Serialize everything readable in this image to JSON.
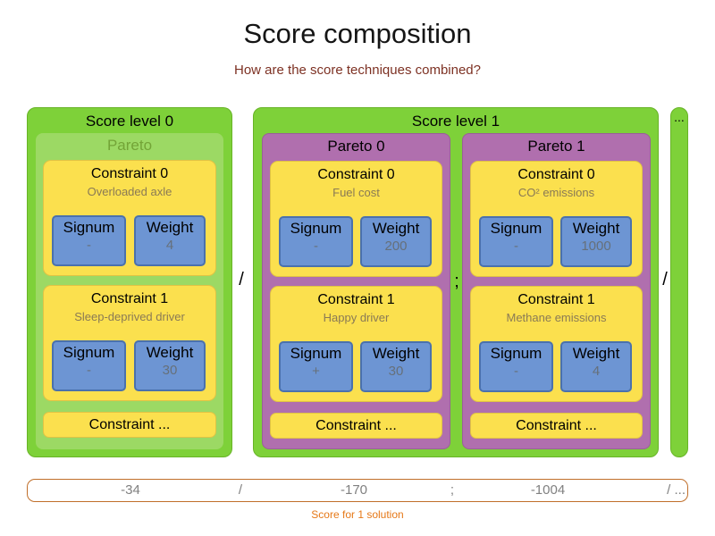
{
  "title": "Score composition",
  "subtitle": "How are the score techniques combined?",
  "levels": {
    "level0": {
      "label": "Score level 0",
      "pareto": {
        "label": "Pareto",
        "constraints": [
          {
            "title": "Constraint 0",
            "name": "Overloaded axle",
            "signum_label": "Signum",
            "signum_value": "-",
            "weight_label": "Weight",
            "weight_value": "4"
          },
          {
            "title": "Constraint 1",
            "name": "Sleep-deprived driver",
            "signum_label": "Signum",
            "signum_value": "-",
            "weight_label": "Weight",
            "weight_value": "30"
          }
        ],
        "more": "Constraint ..."
      }
    },
    "level1": {
      "label": "Score level 1",
      "inner_separator": ";",
      "paretos": [
        {
          "label": "Pareto 0",
          "constraints": [
            {
              "title": "Constraint 0",
              "name": "Fuel cost",
              "signum_label": "Signum",
              "signum_value": "-",
              "weight_label": "Weight",
              "weight_value": "200"
            },
            {
              "title": "Constraint 1",
              "name": "Happy driver",
              "signum_label": "Signum",
              "signum_value": "+",
              "weight_label": "Weight",
              "weight_value": "30"
            }
          ],
          "more": "Constraint ..."
        },
        {
          "label": "Pareto 1",
          "constraints": [
            {
              "title": "Constraint 0",
              "name": "CO² emissions",
              "signum_label": "Signum",
              "signum_value": "-",
              "weight_label": "Weight",
              "weight_value": "1000"
            },
            {
              "title": "Constraint 1",
              "name": "Methane emissions",
              "signum_label": "Signum",
              "signum_value": "-",
              "weight_label": "Weight",
              "weight_value": "4"
            }
          ],
          "more": "Constraint ..."
        }
      ]
    },
    "more": {
      "label": "..."
    }
  },
  "separators": {
    "after_level0": "/",
    "after_level1": "/"
  },
  "score_bar": {
    "values": [
      "-34",
      "/",
      "-170",
      ";",
      "-1004",
      "/ ..."
    ],
    "caption": "Score for 1 solution"
  },
  "colors": {
    "green": "#7ed139",
    "green_border": "#68b427",
    "light_green": "#9cd964",
    "pareto_label": "#73a437",
    "purple": "#b06fae",
    "purple_border": "#9a5f99",
    "yellow": "#fbe04e",
    "yellow_border": "#e0c344",
    "blue": "#6d95d3",
    "blue_border": "#4a71ad",
    "value_gray": "#66707a",
    "name_brown": "#8a7a55",
    "subtitle_maroon": "#7d3123",
    "bar_border": "#c06f2a",
    "caption_orange": "#e67817",
    "bar_value_gray": "#808080"
  }
}
